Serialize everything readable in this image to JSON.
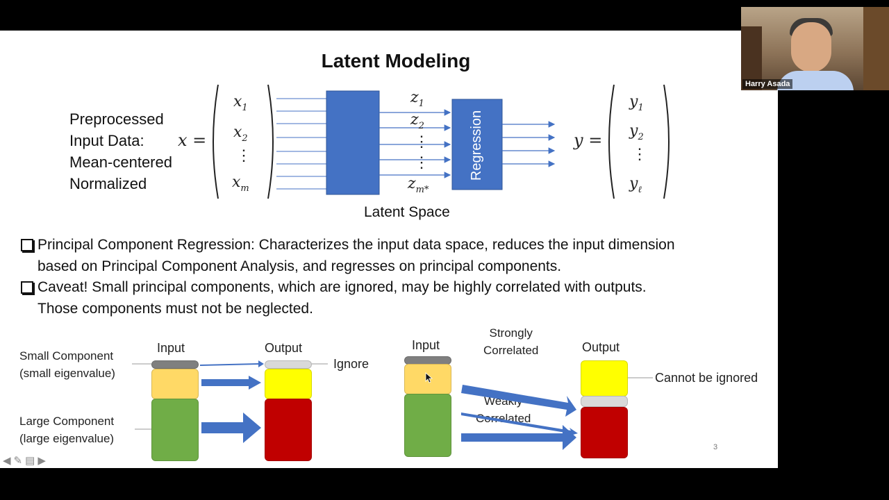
{
  "slide": {
    "title": "Latent Modeling",
    "input_desc": [
      "Preprocessed",
      "Input Data:",
      "Mean-centered",
      "Normalized"
    ],
    "x_eq": "x =",
    "x_vec": [
      "x",
      "x",
      "⋮",
      "x"
    ],
    "x_subs": [
      "1",
      "2",
      "",
      "m"
    ],
    "z_vec": [
      "z",
      "z",
      "⋮",
      "⋮",
      "z"
    ],
    "z_subs": [
      "1",
      "2",
      "",
      "",
      "m*"
    ],
    "regression_label": "Regression",
    "latent_space_label": "Latent Space",
    "y_eq": "y =",
    "y_vec": [
      "y",
      "y",
      "⋮",
      "y"
    ],
    "y_subs": [
      "1",
      "2",
      "",
      "ℓ"
    ],
    "bullet1_line1": "Principal Component Regression: Characterizes the input data space, reduces the input dimension",
    "bullet1_line2": "based on Principal Component Analysis, and regresses on principal components.",
    "bullet2_line1": "Caveat! Small principal components, which are ignored, may be highly correlated with outputs.",
    "bullet2_line2": "Those components must not be neglected.",
    "left_diagram": {
      "small_comp": [
        "Small Component",
        "(small eigenvalue)"
      ],
      "large_comp": [
        "Large Component",
        "(large eigenvalue)"
      ],
      "input": "Input",
      "output": "Output",
      "ignore": "Ignore"
    },
    "right_diagram": {
      "input": "Input",
      "output": "Output",
      "strongly": [
        "Strongly",
        "Correlated"
      ],
      "weakly": [
        "Weakly",
        "Correlated"
      ],
      "cannot": "Cannot be ignored"
    },
    "page_number": "3"
  },
  "webcam": {
    "name": "Harry Asada"
  },
  "colors": {
    "blue": "#4472c4",
    "yellow": "#ffff00",
    "light_orange": "#ffd966",
    "green": "#70ad47",
    "red": "#c00000",
    "gray": "#d9d9d9",
    "dark_gray": "#7f7f7f"
  },
  "icons": [
    "arrow-left-icon",
    "pen-icon",
    "menu-icon",
    "arrow-right-icon"
  ]
}
